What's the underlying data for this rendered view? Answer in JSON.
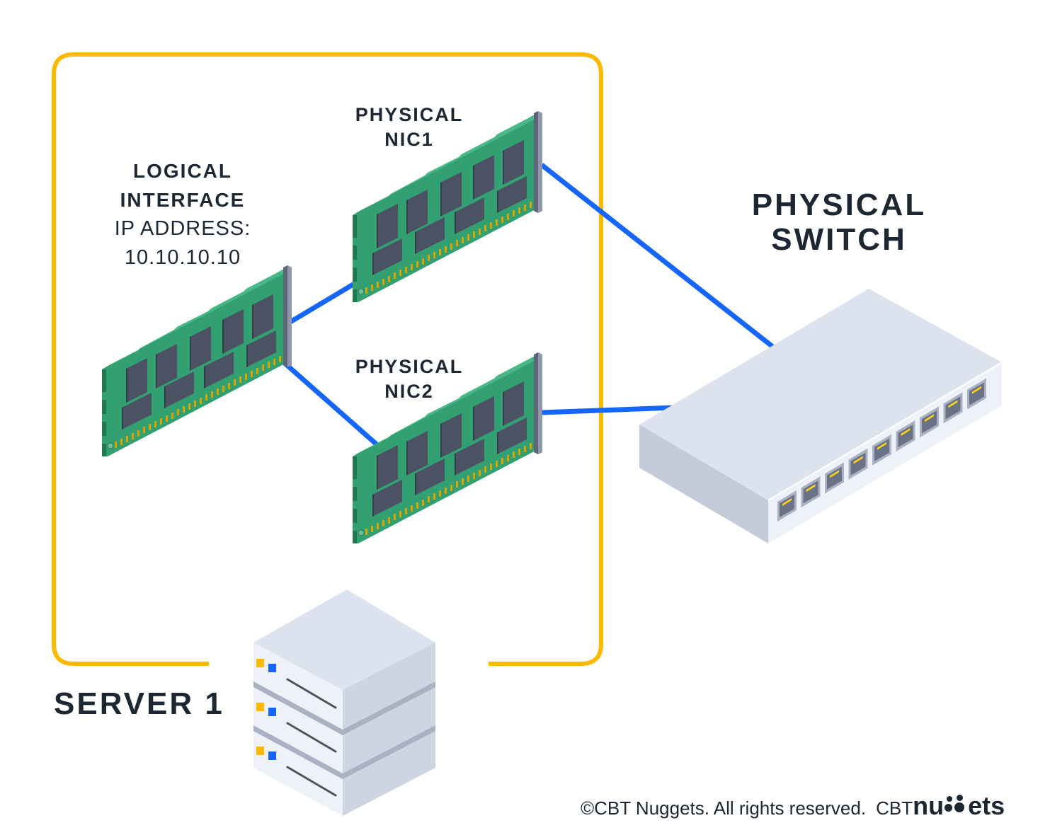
{
  "diagram": {
    "title": "Logical interface bonding two physical NICs to a physical switch",
    "server": {
      "label": "SERVER 1",
      "frame_color": "#FFB800"
    },
    "logical_interface": {
      "title_line1": "LOGICAL",
      "title_line2": "INTERFACE",
      "ip_label": "IP ADDRESS:",
      "ip_value": "10.10.10.10"
    },
    "nics": [
      {
        "line1": "PHYSICAL",
        "line2": "NIC1"
      },
      {
        "line1": "PHYSICAL",
        "line2": "NIC2"
      }
    ],
    "switch": {
      "line1": "PHYSICAL",
      "line2": "SWITCH",
      "port_count": 9
    },
    "links": [
      {
        "from": "LOGICAL INTERFACE",
        "to": "PHYSICAL NIC1"
      },
      {
        "from": "LOGICAL INTERFACE",
        "to": "PHYSICAL NIC2"
      },
      {
        "from": "PHYSICAL NIC1",
        "to": "PHYSICAL SWITCH"
      },
      {
        "from": "PHYSICAL NIC2",
        "to": "PHYSICAL SWITCH"
      }
    ],
    "colors": {
      "link": "#1565FF",
      "frame": "#FFB800",
      "text": "#1C2733",
      "nic_board": "#33A072",
      "chip": "#4A5263",
      "pins": "#D9A400",
      "device_top": "#DCE2EE",
      "device_side": "#C3CAD8",
      "device_front": "#EEF1F7"
    }
  },
  "footer": {
    "copyright": "©CBT Nuggets. All rights reserved.",
    "brand_prefix": "CBT",
    "brand_part1": "nu",
    "brand_part2": "ets"
  }
}
